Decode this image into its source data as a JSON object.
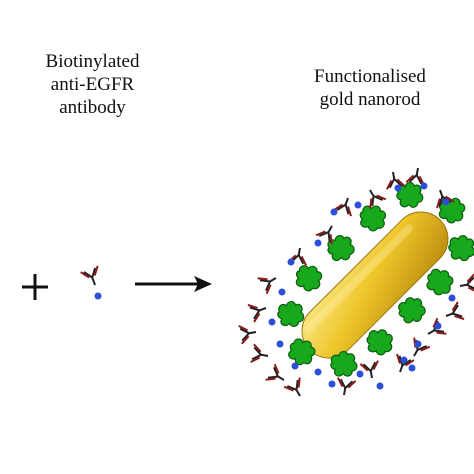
{
  "labels": {
    "antibody": [
      "Biotinylated",
      "anti-EGFR",
      "antibody"
    ],
    "nanorod": [
      "Functionalised",
      "gold nanorod"
    ]
  },
  "symbols": {
    "plus": "plus-sign",
    "arrow": "reaction-arrow"
  },
  "colors": {
    "gold_light": "#f6dd5a",
    "gold_mid": "#e8bd1f",
    "gold_dark": "#b88a0e",
    "antibody_red": "#8b1a1a",
    "antibody_black": "#222222",
    "biotin_blue": "#2b4fd6",
    "streptavidin_green": "#16a81a"
  }
}
